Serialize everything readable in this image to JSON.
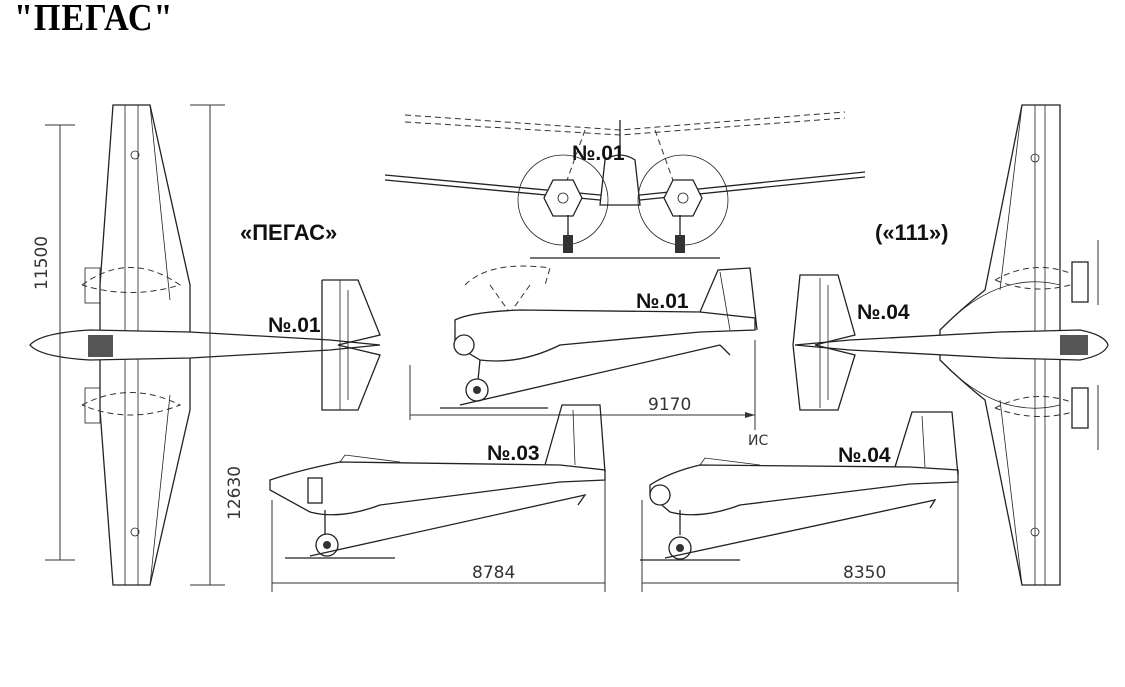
{
  "title": "\"ПЕГАС\"",
  "names": {
    "pegas": "«ПЕГАС»",
    "model_111": "(«111»)"
  },
  "labels": {
    "plan_left": "№.01",
    "front": "№.01",
    "side_01": "№.01",
    "plan_right": "№.04",
    "side_03": "№.03",
    "side_04": "№.04"
  },
  "dimensions": {
    "span_inner": "11500",
    "span_outer": "12630",
    "length_01": "9170",
    "length_03": "8784",
    "length_04": "8350"
  },
  "signature": "ИС"
}
